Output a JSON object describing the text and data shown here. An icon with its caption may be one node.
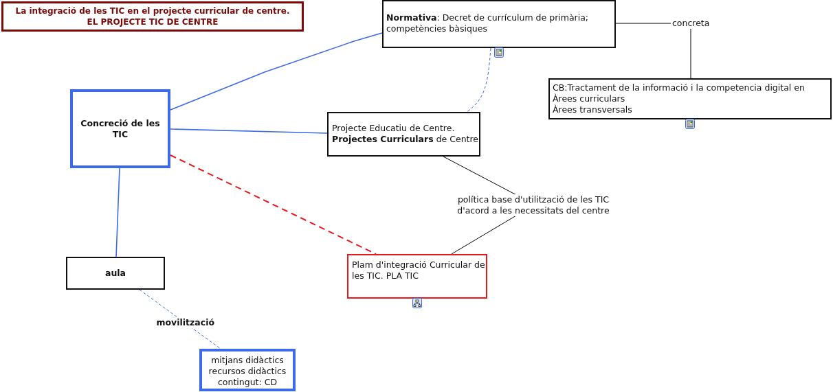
{
  "diagram": {
    "nodes": [
      {
        "text": [
          "La integració de les TIC en el projecte curricular de centre.",
          "EL PROJECTE TIC DE CENTRE"
        ]
      },
      {
        "text": [
          "**Normativa**: Decret de currículum de primària; competències bàsiques"
        ]
      },
      {
        "text": [
          "CB:Tractament de la informació i la competencia digital en",
          "Àrees curriculars",
          "Àrees transversals"
        ]
      },
      {
        "text": [
          "Concreció de les TIC"
        ]
      },
      {
        "text": [
          "Projecte Educatiu de Centre.",
          "**Projectes Curriculars** de Centre"
        ]
      },
      {
        "text": [
          "Plam d'integració Curricular de les TIC. PLA TIC"
        ]
      },
      {
        "text": [
          "aula"
        ]
      },
      {
        "text": [
          "mitjans didàctics",
          "recursos didàctics",
          "contingut: CD"
        ]
      }
    ],
    "edges": [
      {
        "from": 3,
        "to": 1,
        "arrow": "none"
      },
      {
        "from": 3,
        "to": 4,
        "arrow": "none"
      },
      {
        "from": 3,
        "to": 5,
        "arrow": "none",
        "style": "dashed",
        "color": "#e8191c"
      },
      {
        "from": 3,
        "to": 6,
        "arrow": "none"
      },
      {
        "from": 1,
        "to": 4,
        "arrow": "none",
        "style": "dashed"
      },
      {
        "from": 1,
        "to": 2,
        "arrow": "none",
        "label": "concreta",
        "color": "#000000"
      },
      {
        "from": 4,
        "to": 5,
        "arrow": "none",
        "label": "política base d'utilització de les TIC d'acord a les necessitats del centre",
        "color": "#000000"
      },
      {
        "from": 6,
        "to": 7,
        "arrow": "none",
        "label": "movilització",
        "style": "dashed"
      }
    ]
  }
}
